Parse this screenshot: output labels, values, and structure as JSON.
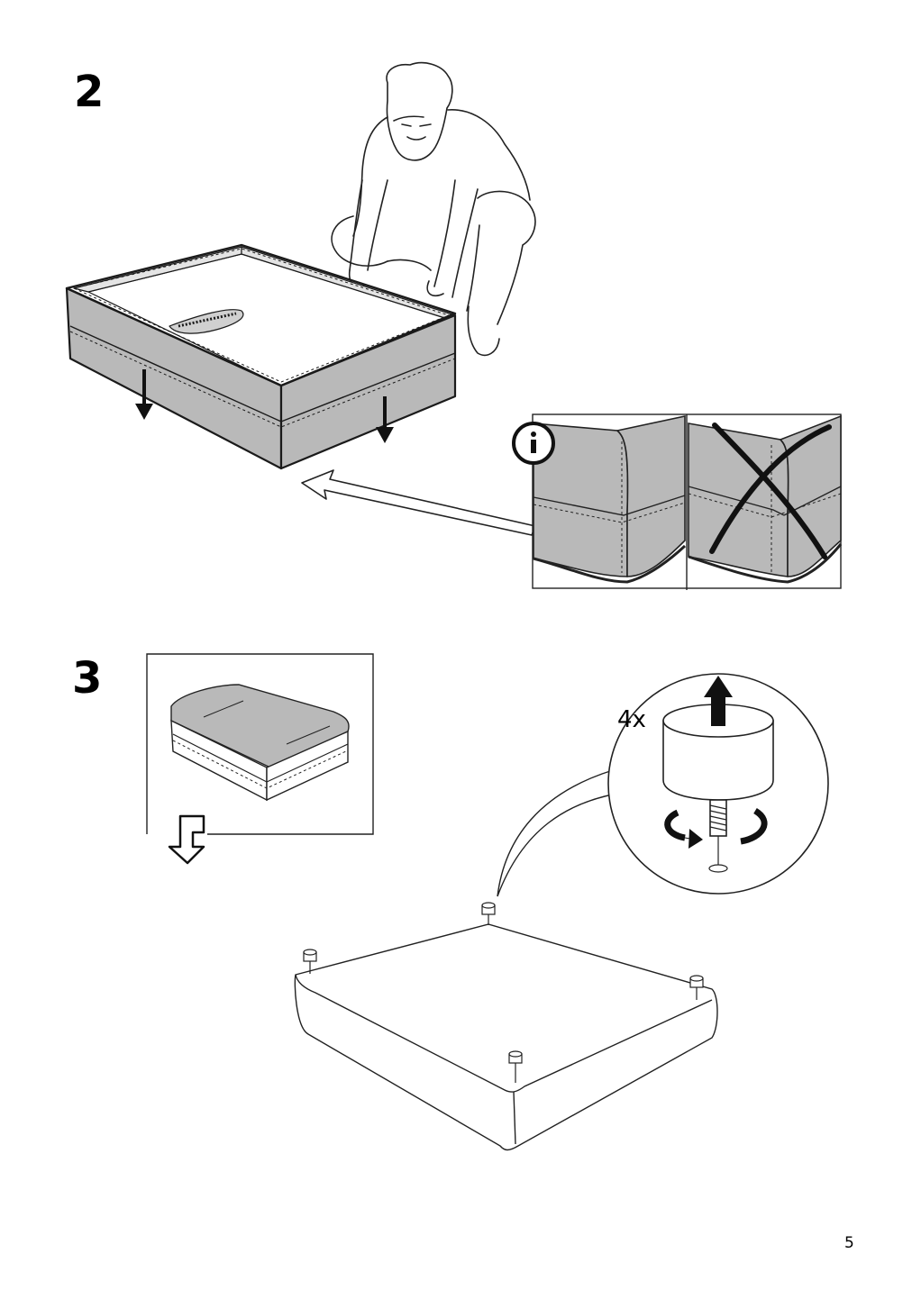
{
  "steps": [
    {
      "number": "2"
    },
    {
      "number": "3"
    }
  ],
  "step3": {
    "quantity_label": "4x"
  },
  "page": {
    "number": "5"
  },
  "icons": {
    "info": "info-icon",
    "cross": "cross-icon",
    "arrow_down": "arrow-down-icon",
    "arrow_up": "arrow-up-icon",
    "rotate": "rotate-icon",
    "flip": "flip-icon"
  },
  "colors": {
    "fabric_gray": "#b9b9b9",
    "line": "#1a1a1a",
    "background": "#ffffff"
  }
}
